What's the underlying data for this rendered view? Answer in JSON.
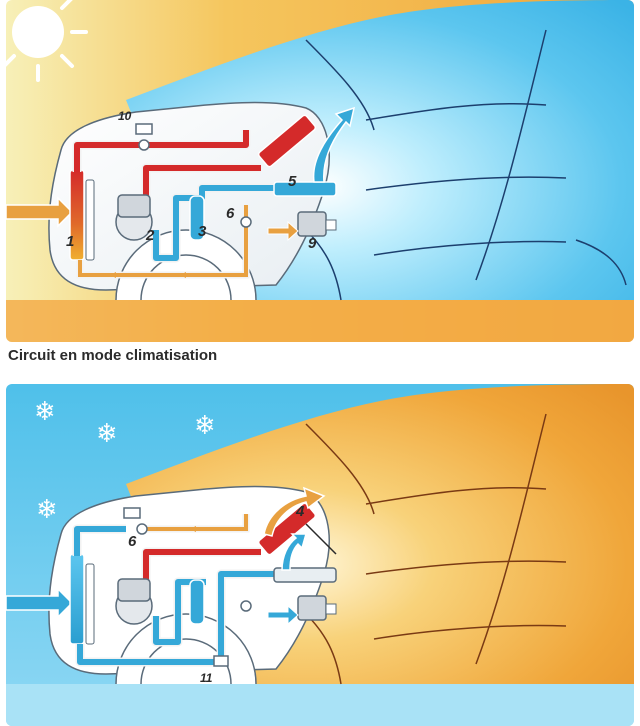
{
  "caption": "Circuit en mode climatisation",
  "top_diagram": {
    "labels": [
      "1",
      "2",
      "3",
      "5",
      "6",
      "9",
      "10"
    ],
    "icons": [
      "sun-icon"
    ]
  },
  "bottom_diagram": {
    "labels": [
      "4",
      "6",
      "11"
    ],
    "icons": [
      "snowflake-icon"
    ]
  },
  "colors": {
    "hot_refrigerant": "#d42a2a",
    "cold_refrigerant": "#35a8d8",
    "warm_air": "#e8a040",
    "pipe_outline": "#f2f2f2"
  }
}
